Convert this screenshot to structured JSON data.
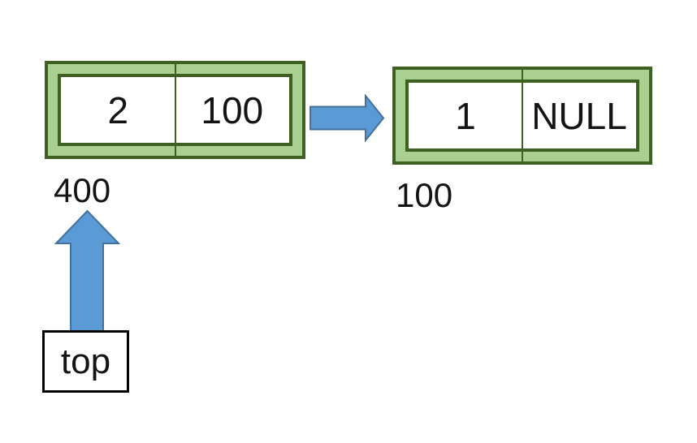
{
  "colors": {
    "node_fill": "#a9d08e",
    "node_border": "#3e6122",
    "arrow_fill": "#5b9bd5",
    "arrow_border": "#41719c",
    "text_color": "#141414",
    "pointer_box_border": "#000000"
  },
  "nodes": [
    {
      "data": "2",
      "next": "100",
      "address": "400"
    },
    {
      "data": "1",
      "next": "NULL",
      "address": "100"
    }
  ],
  "top_pointer": {
    "label": "top"
  },
  "icons": {
    "next_arrow": "right-block-arrow",
    "top_arrow": "up-block-arrow"
  }
}
